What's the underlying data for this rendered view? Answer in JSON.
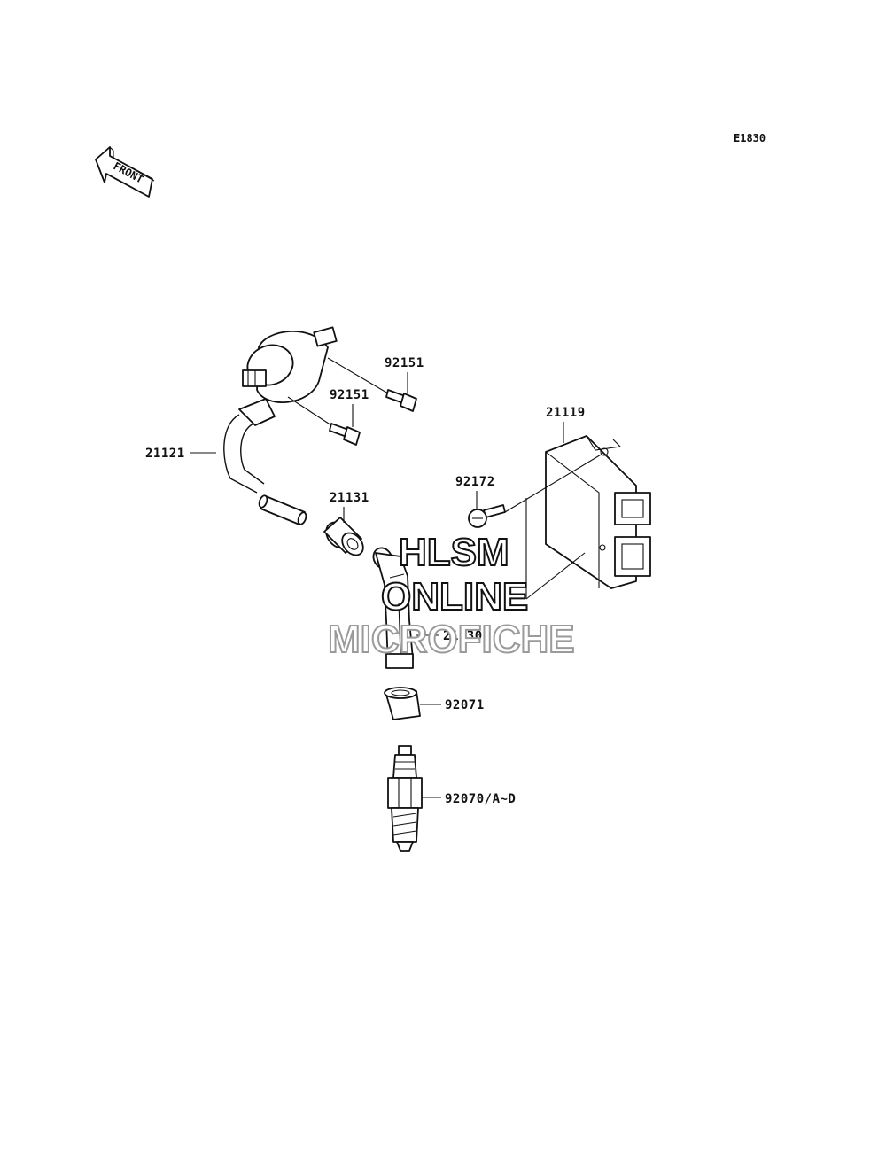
{
  "diagram_code": "E1830",
  "front_arrow_label": "FRONT",
  "watermark": {
    "line1": "HLSM",
    "line2": "ONLINE",
    "line3": "MICROFICHE"
  },
  "parts": {
    "bolt_upper": "92151",
    "bolt_lower": "92151",
    "ignition_coil": "21121",
    "igniter": "21119",
    "igniter_bolt": "92172",
    "cap_seal": "21131",
    "plug_cap": "21130",
    "plug_seal": "92071",
    "spark_plug": "92070/A~D"
  }
}
